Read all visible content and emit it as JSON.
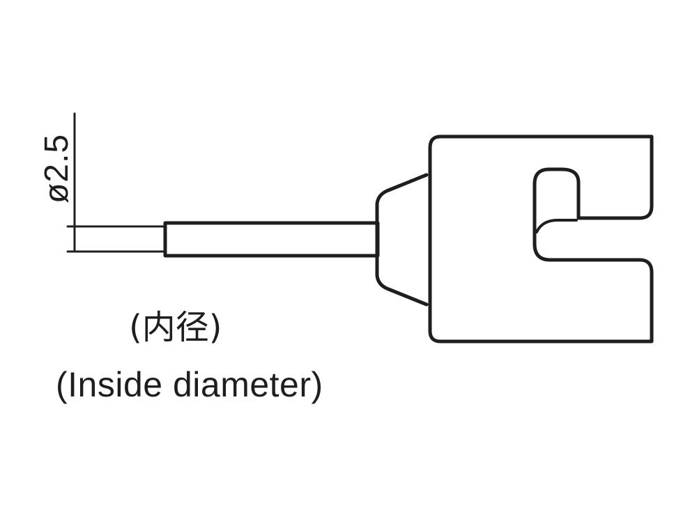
{
  "dimension": {
    "label": "ø2.5"
  },
  "annotation": {
    "japanese": "(内径)",
    "english": "(Inside diameter)"
  },
  "colors": {
    "line": "#1e1e1e",
    "background": "#ffffff"
  }
}
